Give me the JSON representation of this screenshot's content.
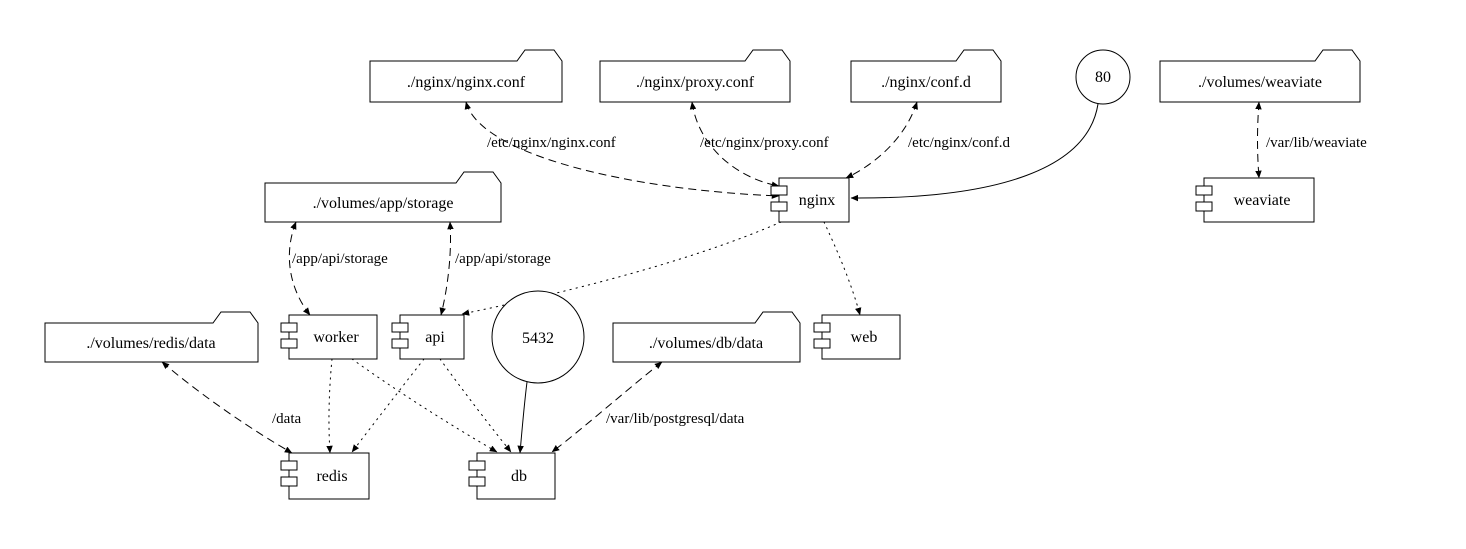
{
  "colors": {
    "background": "#ffffff",
    "line": "#000000",
    "node_fill": "#ffffff",
    "text": "#000000"
  },
  "nodes": {
    "nginx_conf_volume": {
      "label": "./nginx/nginx.conf",
      "shape": "folder"
    },
    "proxy_conf_volume": {
      "label": "./nginx/proxy.conf",
      "shape": "folder"
    },
    "conf_d_volume": {
      "label": "./nginx/conf.d",
      "shape": "folder"
    },
    "port_80": {
      "label": "80",
      "shape": "circle"
    },
    "weaviate_volume": {
      "label": "./volumes/weaviate",
      "shape": "folder"
    },
    "app_storage_volume": {
      "label": "./volumes/app/storage",
      "shape": "folder"
    },
    "nginx_service": {
      "label": "nginx",
      "shape": "component"
    },
    "weaviate_service": {
      "label": "weaviate",
      "shape": "component"
    },
    "redis_data_volume": {
      "label": "./volumes/redis/data",
      "shape": "folder"
    },
    "worker_service": {
      "label": "worker",
      "shape": "component"
    },
    "api_service": {
      "label": "api",
      "shape": "component"
    },
    "port_5432": {
      "label": "5432",
      "shape": "circle"
    },
    "db_data_volume": {
      "label": "./volumes/db/data",
      "shape": "folder"
    },
    "web_service": {
      "label": "web",
      "shape": "component"
    },
    "redis_service": {
      "label": "redis",
      "shape": "component"
    },
    "db_service": {
      "label": "db",
      "shape": "component"
    }
  },
  "edges": {
    "nginx_conf_to_nginx": {
      "label": "/etc/nginx/nginx.conf",
      "style": "dashed",
      "direction": "both"
    },
    "proxy_conf_to_nginx": {
      "label": "/etc/nginx/proxy.conf",
      "style": "dashed",
      "direction": "both"
    },
    "conf_d_to_nginx": {
      "label": "/etc/nginx/conf.d",
      "style": "dashed",
      "direction": "both"
    },
    "port_80_to_nginx": {
      "style": "solid",
      "direction": "forward"
    },
    "weaviate_volume_to_weaviate": {
      "label": "/var/lib/weaviate",
      "style": "dashed",
      "direction": "both"
    },
    "app_storage_to_worker": {
      "label": "/app/api/storage",
      "style": "dashed",
      "direction": "both"
    },
    "app_storage_to_api": {
      "label": "/app/api/storage",
      "style": "dashed",
      "direction": "both"
    },
    "nginx_to_api": {
      "style": "dotted",
      "direction": "forward"
    },
    "nginx_to_web": {
      "style": "dotted",
      "direction": "forward"
    },
    "redis_data_to_redis": {
      "label": "/data",
      "style": "dashed",
      "direction": "both"
    },
    "worker_to_redis": {
      "style": "dotted",
      "direction": "forward"
    },
    "worker_to_db": {
      "style": "dotted",
      "direction": "forward"
    },
    "api_to_redis": {
      "style": "dotted",
      "direction": "forward"
    },
    "api_to_db": {
      "style": "dotted",
      "direction": "forward"
    },
    "port_5432_to_db": {
      "style": "solid",
      "direction": "forward"
    },
    "db_data_to_db": {
      "label": "/var/lib/postgresql/data",
      "style": "dashed",
      "direction": "both"
    }
  }
}
